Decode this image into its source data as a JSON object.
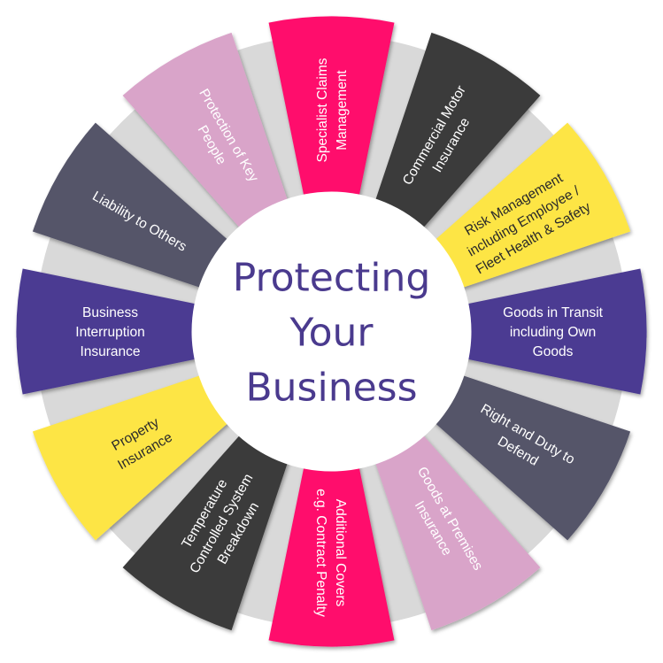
{
  "center": {
    "lines": [
      "Protecting",
      "Your",
      "Business"
    ],
    "color": "#4a3a8e"
  },
  "colors": {
    "pink": "#ff0a6c",
    "charcoal": "#3b3b3b",
    "yellow": "#fde545",
    "purple": "#4b3a92",
    "slate": "#545469",
    "mauve": "#d9a4c9",
    "spacer": "#d9d9d9"
  },
  "segments": [
    {
      "key": "specialist-claims",
      "color": "pink",
      "text_dark": false,
      "lines": [
        "Specialist Claims",
        "Management"
      ]
    },
    {
      "key": "commercial-motor",
      "color": "charcoal",
      "text_dark": false,
      "lines": [
        "Commercial Motor",
        "Insurance"
      ]
    },
    {
      "key": "risk-management",
      "color": "yellow",
      "text_dark": true,
      "lines": [
        "Risk Management",
        "including Employee /",
        "Fleet Health & Safety"
      ]
    },
    {
      "key": "goods-in-transit",
      "color": "purple",
      "text_dark": false,
      "lines": [
        "Goods in Transit",
        "including Own",
        "Goods"
      ]
    },
    {
      "key": "right-and-duty",
      "color": "slate",
      "text_dark": false,
      "lines": [
        "Right and Duty to",
        "Defend"
      ]
    },
    {
      "key": "goods-at-premises",
      "color": "mauve",
      "text_dark": false,
      "lines": [
        "Goods at Premises",
        "Insurance"
      ]
    },
    {
      "key": "additional-covers",
      "color": "pink",
      "text_dark": false,
      "lines": [
        "Additional Covers",
        "e.g. Contract Penalty"
      ]
    },
    {
      "key": "temperature-controlled",
      "color": "charcoal",
      "text_dark": false,
      "lines": [
        "Temperature",
        "Controlled System",
        "Breakdown"
      ]
    },
    {
      "key": "property-insurance",
      "color": "yellow",
      "text_dark": true,
      "lines": [
        "Property",
        "Insurance"
      ]
    },
    {
      "key": "business-interruption",
      "color": "purple",
      "text_dark": false,
      "lines": [
        "Business",
        "Interruption",
        "Insurance"
      ]
    },
    {
      "key": "liability-to-others",
      "color": "slate",
      "text_dark": false,
      "lines": [
        "Liability to Others"
      ]
    },
    {
      "key": "protection-key-people",
      "color": "mauve",
      "text_dark": false,
      "lines": [
        "Protection of Key",
        "People"
      ]
    }
  ]
}
